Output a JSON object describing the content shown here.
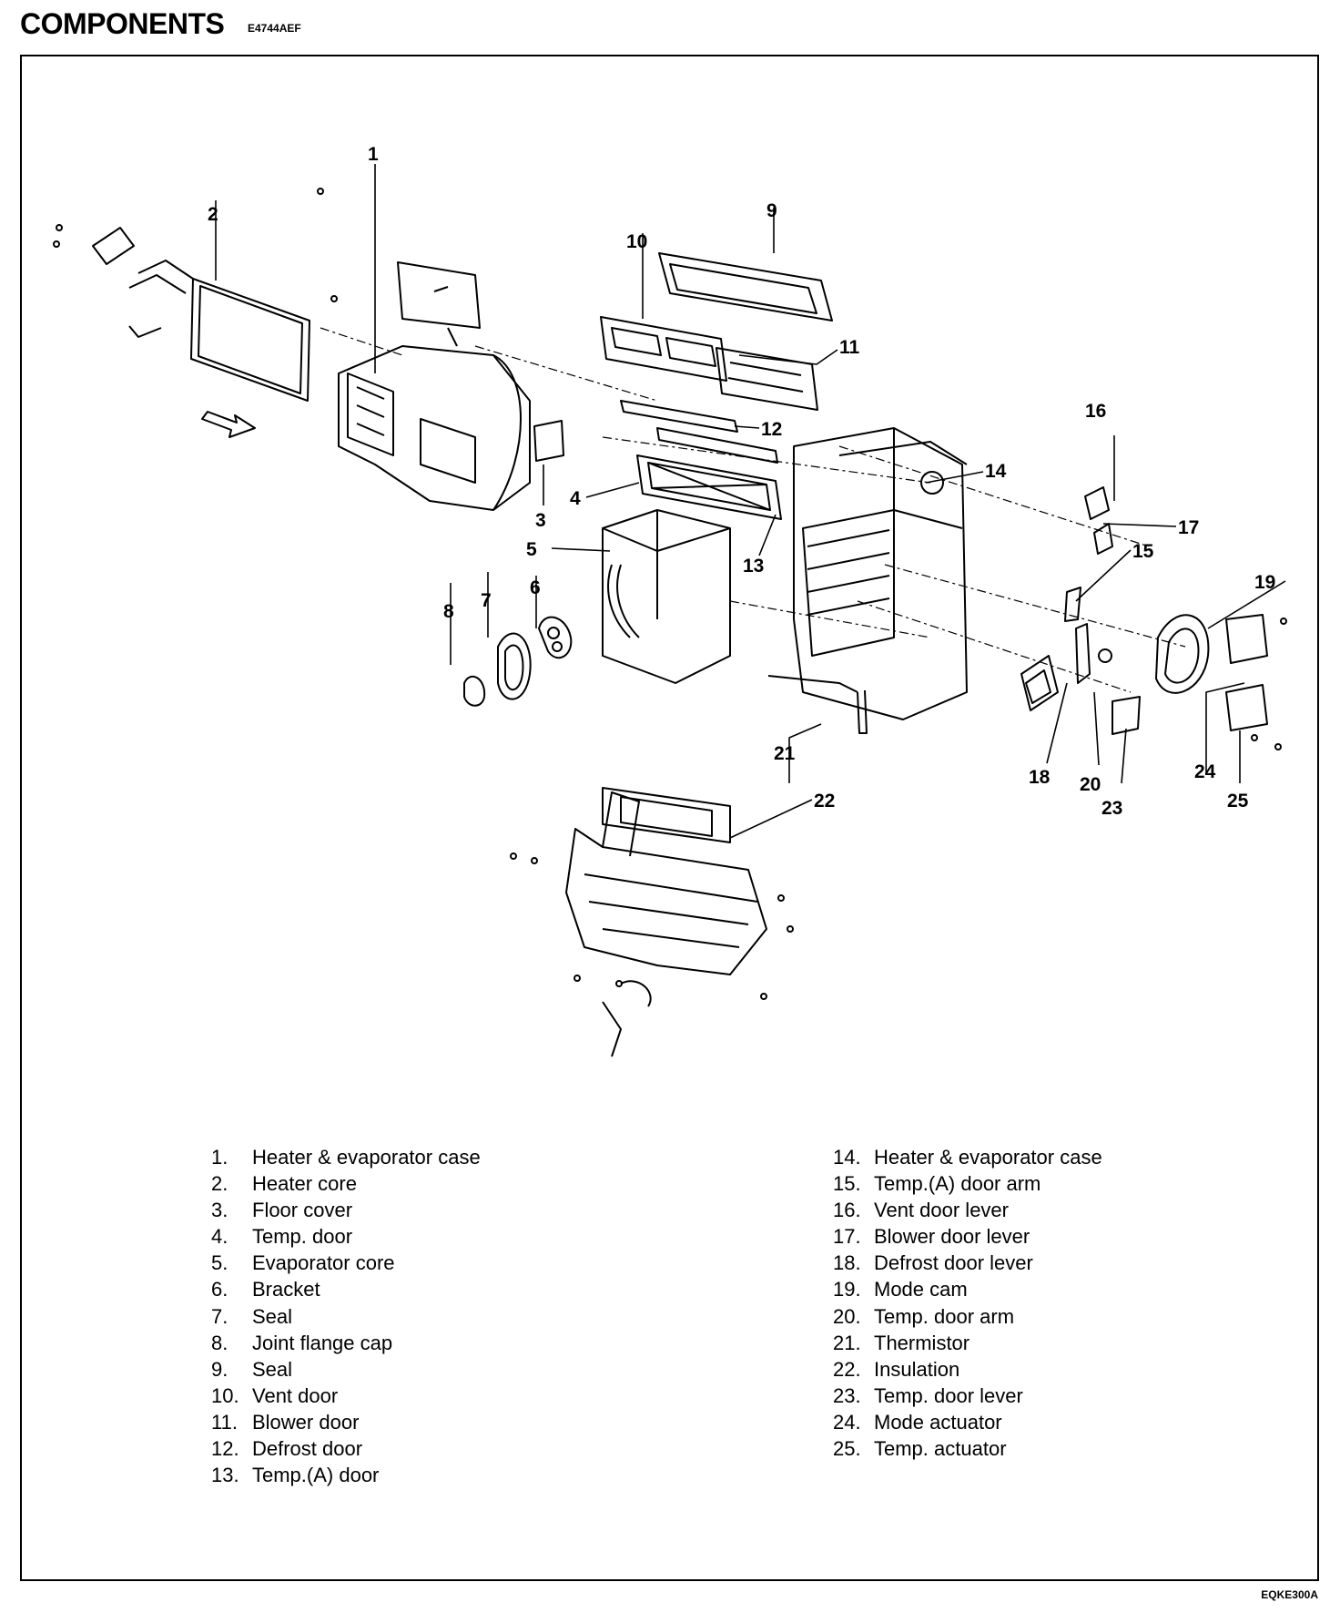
{
  "header": {
    "title": "COMPONENTS",
    "code": "E4744AEF"
  },
  "footer": {
    "ref_code": "EQKE300A"
  },
  "diagram": {
    "callouts": [
      "1",
      "2",
      "3",
      "4",
      "5",
      "6",
      "7",
      "8",
      "9",
      "10",
      "11",
      "12",
      "13",
      "14",
      "15",
      "16",
      "17",
      "18",
      "19",
      "20",
      "21",
      "22",
      "23",
      "24",
      "25"
    ]
  },
  "legend": {
    "left": [
      {
        "num": "1.",
        "label": "Heater & evaporator case"
      },
      {
        "num": "2.",
        "label": "Heater core"
      },
      {
        "num": "3.",
        "label": "Floor cover"
      },
      {
        "num": "4.",
        "label": "Temp. door"
      },
      {
        "num": "5.",
        "label": "Evaporator core"
      },
      {
        "num": "6.",
        "label": "Bracket"
      },
      {
        "num": "7.",
        "label": "Seal"
      },
      {
        "num": "8.",
        "label": "Joint flange cap"
      },
      {
        "num": "9.",
        "label": "Seal"
      },
      {
        "num": "10.",
        "label": "Vent door"
      },
      {
        "num": "11.",
        "label": "Blower door"
      },
      {
        "num": "12.",
        "label": "Defrost door"
      },
      {
        "num": "13.",
        "label": "Temp.(A) door"
      }
    ],
    "right": [
      {
        "num": "14.",
        "label": "Heater & evaporator case"
      },
      {
        "num": "15.",
        "label": "Temp.(A) door arm"
      },
      {
        "num": "16.",
        "label": "Vent door lever"
      },
      {
        "num": "17.",
        "label": "Blower door lever"
      },
      {
        "num": "18.",
        "label": "Defrost door lever"
      },
      {
        "num": "19.",
        "label": "Mode cam"
      },
      {
        "num": "20.",
        "label": "Temp. door arm"
      },
      {
        "num": "21.",
        "label": "Thermistor"
      },
      {
        "num": "22.",
        "label": "Insulation"
      },
      {
        "num": "23.",
        "label": "Temp. door lever"
      },
      {
        "num": "24.",
        "label": "Mode actuator"
      },
      {
        "num": "25.",
        "label": "Temp. actuator"
      }
    ]
  }
}
